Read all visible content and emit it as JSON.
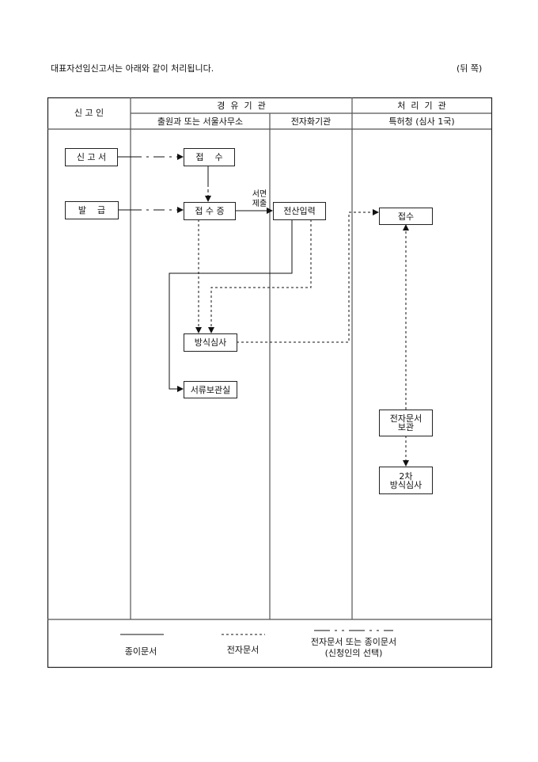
{
  "heading": "대표자선임신고서는 아래와 같이 처리됩니다.",
  "page_side": "(뒤 쪽)",
  "table": {
    "col_reporter": "신 고 인",
    "group_via": "경  유  기  관",
    "group_processing": "처  리  기  관",
    "col_office": "출원과 또는 서울사무소",
    "col_digitize": "전자화기관",
    "col_kipo": "특허청 (심사 1국)"
  },
  "flow": {
    "report": "신 고 서",
    "receive": "접    수",
    "issue": "발    급",
    "receipt": "접 수 증",
    "written_submit": "서면\n제출",
    "data_entry": "전산입력",
    "kipo_receive": "접수",
    "format_review": "방식심사",
    "archive_room": "서류보관실",
    "e_doc_storage": "전자문서\n보관",
    "second_review": "2차\n방식심사"
  },
  "legend": {
    "paper": "종이문서",
    "electronic": "전자문서",
    "either_line1": "전자문서 또는 종이문서",
    "either_line2": "(신청인의 선택)"
  }
}
